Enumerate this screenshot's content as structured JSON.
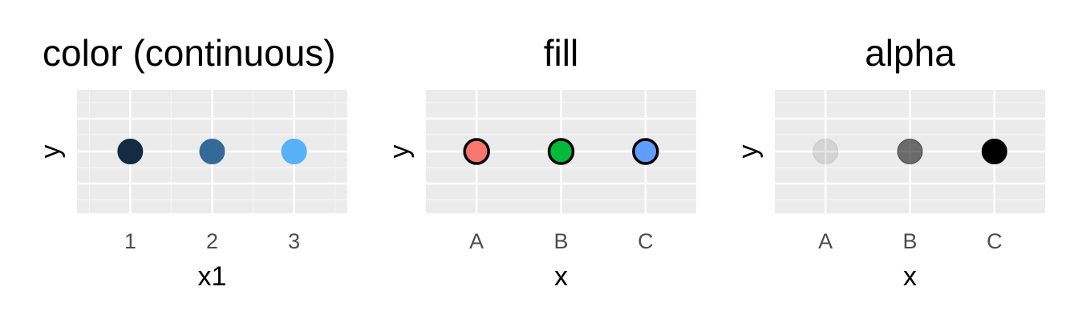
{
  "chart_data": [
    {
      "type": "scatter",
      "title": "color (continuous)",
      "xlabel": "x1",
      "ylabel": "y",
      "x_scale": "continuous",
      "x_ticks": [
        "1",
        "2",
        "3"
      ],
      "xlim": [
        0.35,
        3.65
      ],
      "grid": true,
      "points": [
        {
          "x": 1,
          "y": 0,
          "fill": "#132B43",
          "stroke": "#132B43",
          "opacity": 1
        },
        {
          "x": 2,
          "y": 0,
          "fill": "#336A98",
          "stroke": "#336A98",
          "opacity": 1
        },
        {
          "x": 3,
          "y": 0,
          "fill": "#56B1F7",
          "stroke": "#56B1F7",
          "opacity": 1
        }
      ]
    },
    {
      "type": "scatter",
      "title": "fill",
      "xlabel": "x",
      "ylabel": "y",
      "x_scale": "discrete",
      "categories": [
        "A",
        "B",
        "C"
      ],
      "grid": true,
      "points": [
        {
          "x": "A",
          "y": 0,
          "fill": "#F8766D",
          "stroke": "#000000",
          "opacity": 1
        },
        {
          "x": "B",
          "y": 0,
          "fill": "#00BA38",
          "stroke": "#000000",
          "opacity": 1
        },
        {
          "x": "C",
          "y": 0,
          "fill": "#619CFF",
          "stroke": "#000000",
          "opacity": 1
        }
      ]
    },
    {
      "type": "scatter",
      "title": "alpha",
      "xlabel": "x",
      "ylabel": "y",
      "x_scale": "discrete",
      "categories": [
        "A",
        "B",
        "C"
      ],
      "grid": true,
      "points": [
        {
          "x": "A",
          "y": 0,
          "fill": "#000000",
          "stroke": "#000000",
          "opacity": 0.1
        },
        {
          "x": "B",
          "y": 0,
          "fill": "#000000",
          "stroke": "#000000",
          "opacity": 0.55
        },
        {
          "x": "C",
          "y": 0,
          "fill": "#000000",
          "stroke": "#000000",
          "opacity": 1
        }
      ]
    }
  ],
  "colors": {
    "panel_background": "#EBEBEB",
    "grid_major": "#FFFFFF",
    "grid_minor": "#F5F5F5",
    "axis_text": "#4D4D4D",
    "title_text": "#000000"
  }
}
